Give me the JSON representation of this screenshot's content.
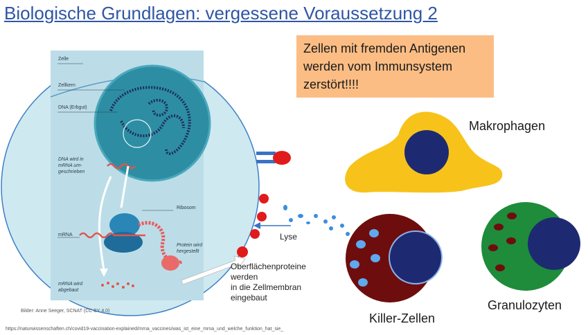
{
  "slide": {
    "title": "Biologische Grundlagen: vergessene Voraussetzung 2",
    "callout": {
      "line1": "Zellen mit fremden Antigenen",
      "line2": "werden vom Immunsystem",
      "line3": "zerstört!!!!"
    },
    "colors": {
      "title": "#2f55a4",
      "callout": "#fbbd84",
      "makrophage": "#f7c31b",
      "killer": "#6e0d0d",
      "granulozyt": "#1e8c3a",
      "nucleus": "#1d2a72",
      "antigen": "#e01b1b"
    },
    "labels": {
      "makrophagen": "Makrophagen",
      "killer": "Killer-Zellen",
      "granulozyten": "Granulozyten",
      "lyse": "Lyse",
      "oberflaeche_line1": "Oberflächenproteine",
      "oberflaeche_line2": "werden",
      "oberflaeche_line3": "in die Zellmembran",
      "oberflaeche_line4": "eingebaut"
    },
    "illustration": {
      "zelle": "Zelle",
      "zellkern": "Zellkern",
      "dna": "DNA (Erbgut)",
      "dna_wird_line1": "DNA wird in",
      "dna_wird_line2": "mRNA um-",
      "dna_wird_line3": "geschrieben",
      "ribosom": "Ribosom",
      "mrna": "mRNA",
      "protein_line1": "Protein wird",
      "protein_line2": "hergestellt",
      "abgebaut_line1": "mRNA wird",
      "abgebaut_line2": "abgebaut"
    },
    "credit": "Bilder: Anne Seeger, SCNAT (CC BY 4.0)",
    "url": "https://naturwissenschaften.ch/covid19-vaccination-explained/mrna_vaccines/was_ist_eine_mrna_und_welche_funktion_hat_sie_"
  }
}
